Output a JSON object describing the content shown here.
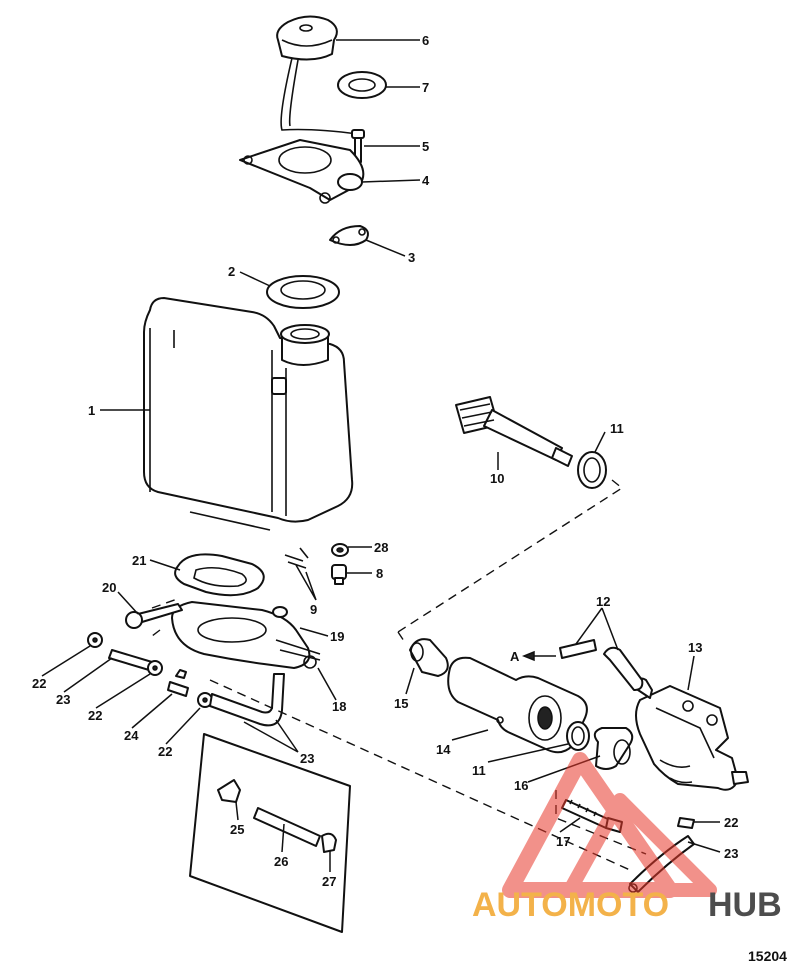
{
  "figure_number": "15204",
  "flow_label": "A",
  "watermark_text": {
    "part1": "AUTOMOTO",
    "part2": "HUB",
    "color1": "#f3b24a",
    "color2": "#4d4d4d",
    "triangle_color": "#e8392b"
  },
  "callouts": [
    "1",
    "2",
    "3",
    "4",
    "5",
    "6",
    "7",
    "8",
    "9",
    "10",
    "11",
    "11",
    "12",
    "13",
    "14",
    "15",
    "16",
    "17",
    "18",
    "19",
    "20",
    "21",
    "22",
    "22",
    "22",
    "22",
    "23",
    "23",
    "23",
    "24",
    "25",
    "26",
    "27",
    "28"
  ]
}
